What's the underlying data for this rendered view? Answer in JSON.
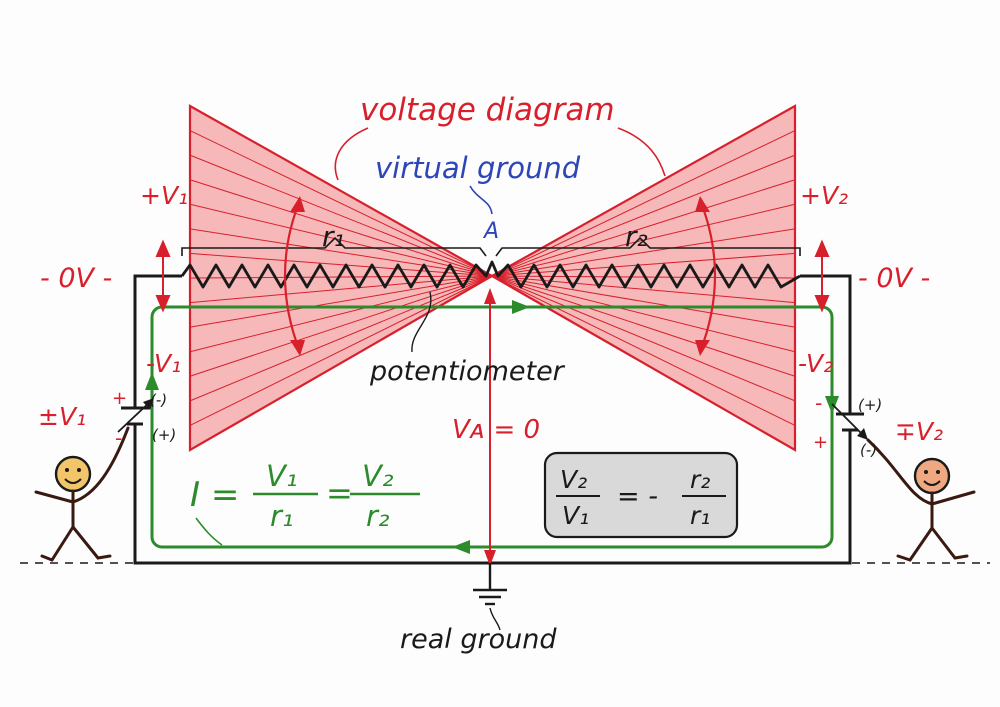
{
  "labels": {
    "title": "voltage diagram",
    "virtual_ground": "virtual ground",
    "node_a": "A",
    "r1": "r₁",
    "r2": "r₂",
    "plus_v1": "+V₁",
    "plus_v2": "+V₂",
    "minus_v1": "-V₁",
    "minus_v2": "-V₂",
    "zero_left": "- 0V -",
    "zero_right": "- 0V -",
    "potentiometer": "potentiometer",
    "va_zero": "Vᴀ = 0",
    "pm_v1": "±V₁",
    "mp_v2": "∓V₂",
    "real_ground": "real ground",
    "bat_left_plus": "+",
    "bat_left_minus": "-",
    "bat_left_minus_paren": "(-)",
    "bat_left_plus_paren": "(+)",
    "bat_right_minus": "-",
    "bat_right_plus": "+",
    "bat_right_plus_paren": "(+)",
    "bat_right_minus_paren": "(-)"
  },
  "formula_current": {
    "lhs": "I =",
    "frac1_num": "V₁",
    "frac1_den": "r₁",
    "eq": "=",
    "frac2_num": "V₂",
    "frac2_den": "r₂"
  },
  "formula_ratio": {
    "frac1_num": "V₂",
    "frac1_den": "V₁",
    "eq": "= -",
    "frac2_num": "r₂",
    "frac2_den": "r₁"
  },
  "colors": {
    "red": "#d8202c",
    "pink_fill": "#f6b8b8",
    "green": "#2c8c2c",
    "blue": "#2c45b8",
    "black": "#1a1a1a",
    "face": "#f3c56a",
    "box": "#d9d9d9"
  }
}
